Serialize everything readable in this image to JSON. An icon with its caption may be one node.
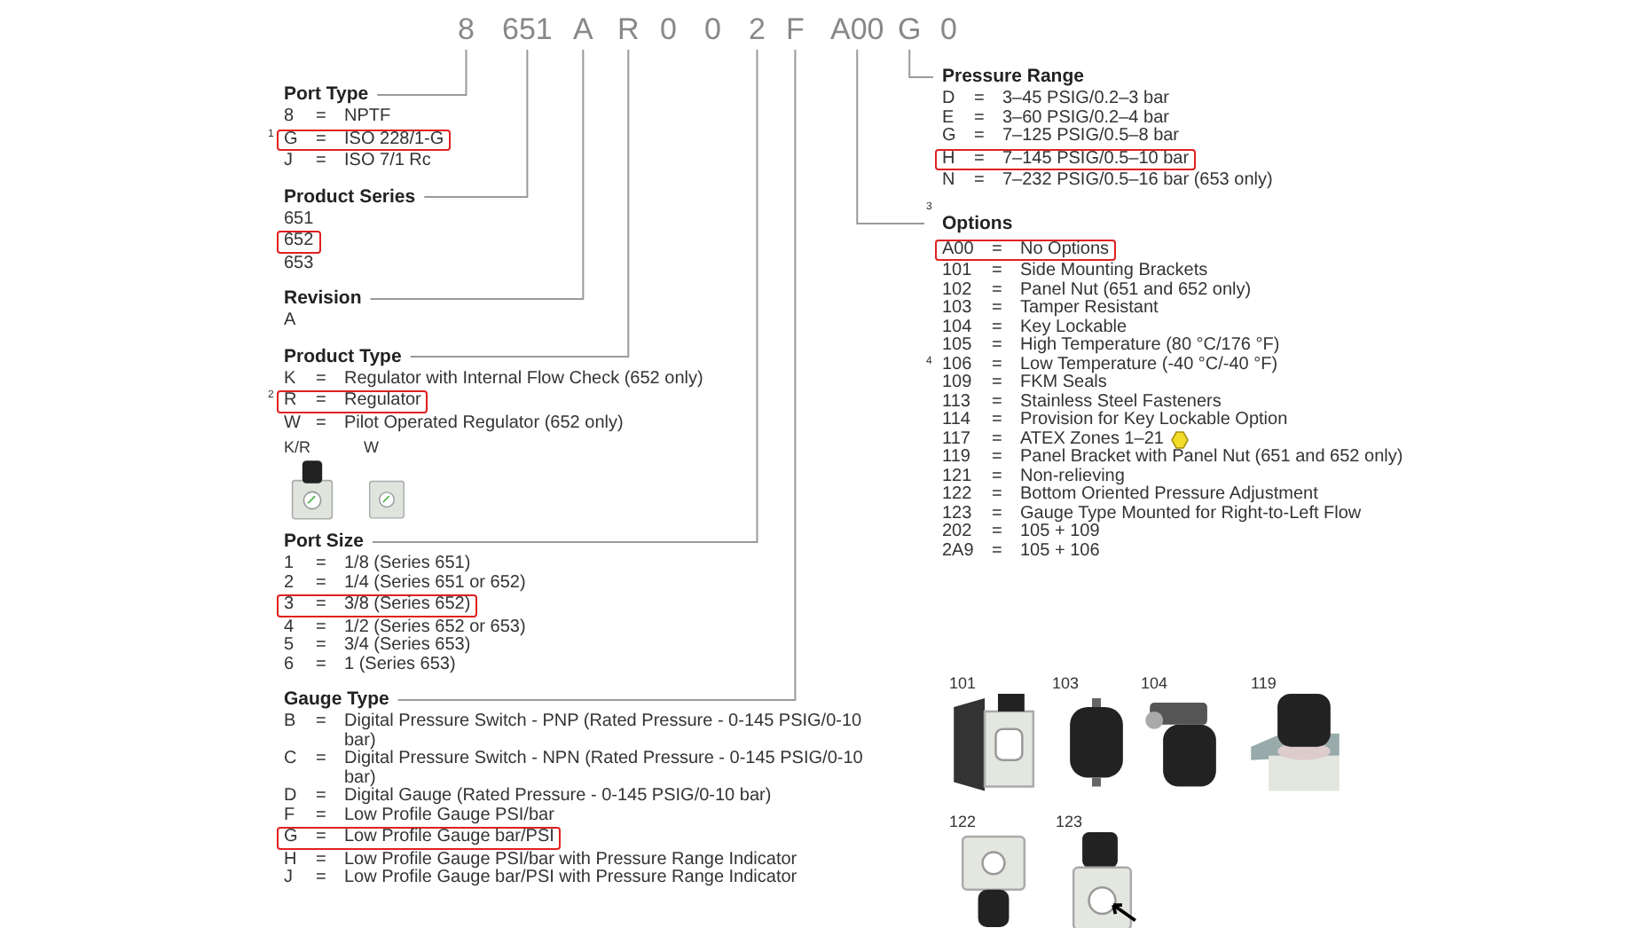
{
  "diagram": {
    "nodes": [
      {
        "text": [
          "8"
        ]
      },
      {
        "text": [
          "651"
        ]
      },
      {
        "text": [
          "A"
        ]
      },
      {
        "text": [
          "R"
        ]
      },
      {
        "text": [
          "2"
        ]
      },
      {
        "text": [
          "F"
        ]
      },
      {
        "text": [
          "A00"
        ]
      },
      {
        "text": [
          "G"
        ]
      },
      {
        "text": [
          "Port Type"
        ]
      },
      {
        "text": [
          "G",
          "=",
          "ISO 228/1-G"
        ],
        "beside": [
          "1"
        ]
      },
      {
        "text": [
          "Product Series"
        ]
      },
      {
        "text": [
          "652"
        ]
      },
      {
        "text": [
          "Revision"
        ]
      },
      {
        "text": [
          "Product Type"
        ]
      },
      {
        "text": [
          "R",
          "=",
          "Regulator"
        ],
        "beside": [
          "2"
        ]
      },
      {
        "text": [
          "Port Size"
        ]
      },
      {
        "text": [
          "3",
          "=",
          "3/8 (Series 652)"
        ]
      },
      {
        "text": [
          "Gauge Type"
        ]
      },
      {
        "text": [
          "G",
          "=",
          "Low Profile Gauge bar/PSI"
        ]
      },
      {
        "text": [
          "Pressure Range"
        ]
      },
      {
        "text": [
          "H",
          "=",
          "7–145 PSIG/0.5–10 bar"
        ]
      },
      {
        "text": [
          "Options"
        ],
        "beside": [
          "3"
        ]
      },
      {
        "text": [
          "A00",
          "=",
          "No Options"
        ]
      }
    ],
    "edges": [
      {
        "from": 0,
        "to": 8,
        "arrow": "none"
      },
      {
        "from": 1,
        "to": 10,
        "arrow": "none"
      },
      {
        "from": 2,
        "to": 12,
        "arrow": "none"
      },
      {
        "from": 3,
        "to": 13,
        "arrow": "none"
      },
      {
        "from": 4,
        "to": 15,
        "arrow": "none"
      },
      {
        "from": 5,
        "to": 17,
        "arrow": "none"
      },
      {
        "from": 6,
        "to": 21,
        "arrow": "none"
      },
      {
        "from": 7,
        "to": 19,
        "arrow": "none"
      }
    ],
    "labels": [
      "0",
      "0",
      "0",
      "8",
      "=",
      "NPTF",
      "J",
      "=",
      "ISO 7/1 Rc",
      "651",
      "653",
      "A",
      "K",
      "=",
      "Regulator with Internal Flow Check (652 only)",
      "W",
      "=",
      "Pilot Operated Regulator (652 only)",
      "K/R",
      "W",
      "1",
      "=",
      "1/8 (Series 651)",
      "2",
      "=",
      "1/4 (Series 651 or 652)",
      "4",
      "=",
      "1/2 (Series 652 or 653)",
      "5",
      "=",
      "3/4 (Series 653)",
      "6",
      "=",
      "1 (Series 653)",
      "B",
      "=",
      "Digital Pressure Switch - PNP (Rated Pressure - 0-145 PSIG/0-10 bar)",
      "C",
      "=",
      "Digital Pressure Switch - NPN (Rated Pressure - 0-145 PSIG/0-10 bar)",
      "D",
      "=",
      "Digital Gauge (Rated Pressure - 0-145 PSIG/0-10 bar)",
      "F",
      "=",
      "Low Profile Gauge PSI/bar",
      "H",
      "=",
      "Low Profile Gauge PSI/bar with Pressure Range Indicator",
      "J",
      "=",
      "Low Profile Gauge bar/PSI with Pressure Range Indicator",
      "D",
      "=",
      "3–45 PSIG/0.2–3 bar",
      "E",
      "=",
      "3–60 PSIG/0.2–4 bar",
      "G",
      "=",
      "7–125 PSIG/0.5–8 bar",
      "N",
      "=",
      "7–232 PSIG/0.5–16 bar (653 only)",
      "101",
      "=",
      "Side Mounting Brackets",
      "102",
      "=",
      "Panel Nut (651 and 652 only)",
      "103",
      "=",
      "Tamper Resistant",
      "104",
      "=",
      "Key Lockable",
      "105",
      "=",
      "High Temperature (80 °C/176 °F)",
      "4",
      "106",
      "=",
      "Low Temperature (-40 °C/-40 °F)",
      "109",
      "=",
      "FKM Seals",
      "113",
      "=",
      "Stainless Steel Fasteners",
      "114",
      "=",
      "Provision for Key Lockable Option",
      "117",
      "=",
      "ATEX Zones 1–21",
      "119",
      "=",
      "Panel Bracket with Panel Nut (651 and 652 only)",
      "121",
      "=",
      "Non-relieving",
      "122",
      "=",
      "Bottom Oriented Pressure Adjustment",
      "123",
      "=",
      "Gauge Type Mounted for Right-to-Left Flow",
      "202",
      "=",
      "105 + 109",
      "2A9",
      "=",
      "105 + 106",
      "101",
      "103",
      "104",
      "119",
      "122",
      "123"
    ]
  }
}
